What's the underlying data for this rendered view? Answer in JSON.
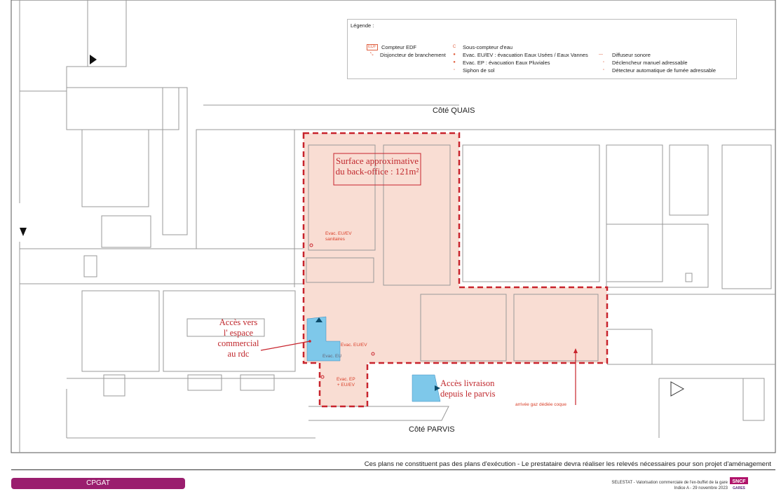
{
  "legend": {
    "title": "Légende :",
    "items": [
      {
        "symbol": "EDF",
        "label": "Compteur EDF"
      },
      {
        "symbol": "breaker-icon",
        "label": "Disjoncteur de branchement"
      },
      {
        "symbol": "C",
        "label": "Sous-compteur d'eau"
      },
      {
        "symbol": "drain-icon",
        "label": "Evac. EU/EV : évacuation Eaux Usées / Eaux Vannes"
      },
      {
        "symbol": "drain-icon",
        "label": "Evac. EP : évacuation Eaux Pluviales"
      },
      {
        "symbol": "floor-siphon-icon",
        "label": "Siphon de sol"
      },
      {
        "symbol": "speaker-icon",
        "label": "Diffuseur sonore"
      },
      {
        "symbol": "manual-trigger-icon",
        "label": "Déclencheur manuel adressable"
      },
      {
        "symbol": "smoke-detector-icon",
        "label": "Détecteur automatique de fumée adressable"
      }
    ]
  },
  "plan": {
    "side_top": "Côté QUAIS",
    "side_bottom": "Côté PARVIS",
    "surface_line1": "Surface approximative",
    "surface_line2": "du back-office : 121m²",
    "acces_rdc": [
      "Accès vers",
      "l' espace",
      "commercial",
      "au rdc"
    ],
    "acces_livraison": [
      "Accès livraison",
      "depuis le parvis"
    ],
    "evac_sanitaires": [
      "Evac. EU/EV",
      "sanitaires"
    ],
    "evac_euev": "Evac. EU/EV",
    "evac_eu": "Evac. EU",
    "evac_ep": [
      "Evac. EP",
      "+ EU/EV"
    ],
    "gaz": "arrivée gaz dédiée coque",
    "colors": {
      "zone": "#f9ddd3",
      "dash": "#c8232c",
      "stair": "#7ec8ea"
    }
  },
  "footer": {
    "disclaimer": "Ces plans ne constituent pas des plans d'exécution - Le prestataire devra réaliser les relevés nécessaires pour son projet d'aménagement",
    "cpgat": "CPGAT",
    "project": "SELESTAT - Valorisation commerciale de l'ex-buffet de la gare",
    "index": "Indice A - 29 novembre 2023",
    "logo_text": "SNCF GARES"
  }
}
